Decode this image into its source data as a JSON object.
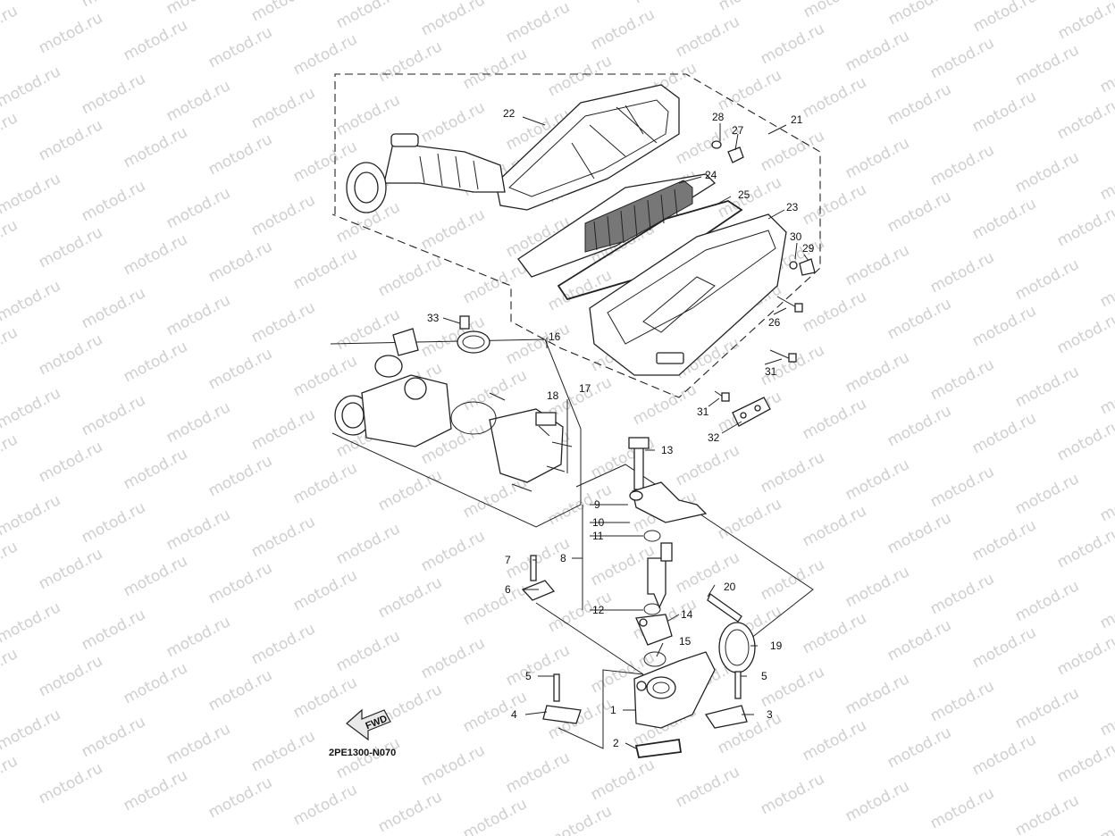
{
  "watermark": "motod.ru",
  "diagram_code": "2PE1300-N070",
  "fwd_label": "FWD",
  "callouts": [
    {
      "id": "c1",
      "text": "1"
    },
    {
      "id": "c2",
      "text": "2"
    },
    {
      "id": "c3",
      "text": "3"
    },
    {
      "id": "c4",
      "text": "4"
    },
    {
      "id": "c5a",
      "text": "5"
    },
    {
      "id": "c5b",
      "text": "5"
    },
    {
      "id": "c6",
      "text": "6"
    },
    {
      "id": "c7",
      "text": "7"
    },
    {
      "id": "c8",
      "text": "8"
    },
    {
      "id": "c9",
      "text": "9"
    },
    {
      "id": "c10",
      "text": "10"
    },
    {
      "id": "c11",
      "text": "11"
    },
    {
      "id": "c12",
      "text": "12"
    },
    {
      "id": "c13",
      "text": "13"
    },
    {
      "id": "c14",
      "text": "14"
    },
    {
      "id": "c15",
      "text": "15"
    },
    {
      "id": "c16",
      "text": "16"
    },
    {
      "id": "c17",
      "text": "17"
    },
    {
      "id": "c18",
      "text": "18"
    },
    {
      "id": "c19",
      "text": "19"
    },
    {
      "id": "c20",
      "text": "20"
    },
    {
      "id": "c21",
      "text": "21"
    },
    {
      "id": "c22",
      "text": "22"
    },
    {
      "id": "c23",
      "text": "23"
    },
    {
      "id": "c24",
      "text": "24"
    },
    {
      "id": "c25",
      "text": "25"
    },
    {
      "id": "c26",
      "text": "26"
    },
    {
      "id": "c27",
      "text": "27"
    },
    {
      "id": "c28",
      "text": "28"
    },
    {
      "id": "c29",
      "text": "29"
    },
    {
      "id": "c30",
      "text": "30"
    },
    {
      "id": "c31a",
      "text": "31"
    },
    {
      "id": "c31b",
      "text": "31"
    },
    {
      "id": "c32",
      "text": "32"
    },
    {
      "id": "c33",
      "text": "33"
    }
  ]
}
